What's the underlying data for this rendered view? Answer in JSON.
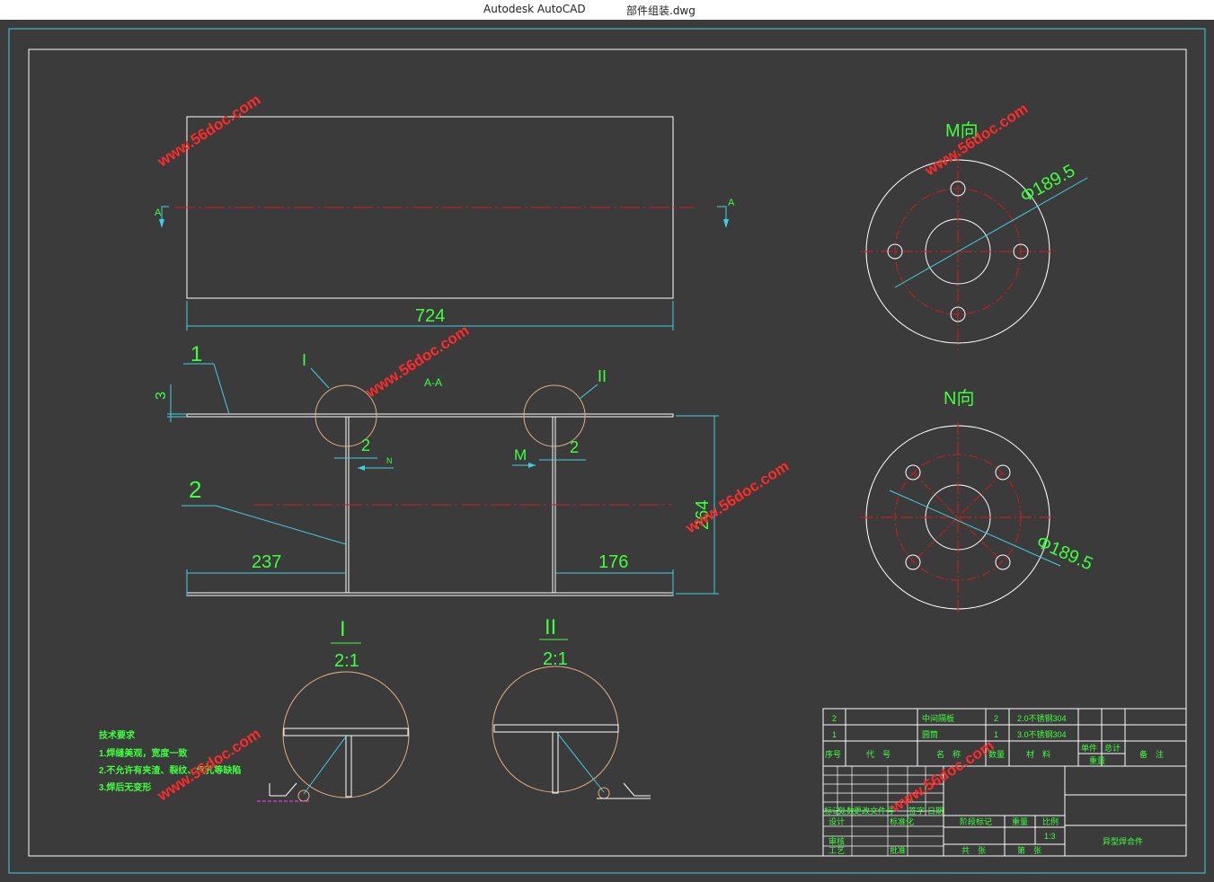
{
  "window": {
    "app_name": "Autodesk AutoCAD",
    "file_name": "部件组装.dwg"
  },
  "colors": {
    "background": "#3b3b3b",
    "frame": "#ffffff",
    "cyan": "#3fd0e0",
    "green": "#3fff3f",
    "red": "#d11c1c",
    "orange": "#e0b080"
  },
  "top_view": {
    "section_mark": "A",
    "length_dim": "724"
  },
  "section_view": {
    "title": "A-A",
    "part_1": "1",
    "part_2": "2",
    "thickness_dim": "3",
    "detail_1_mark": "I",
    "detail_2_mark": "II",
    "plate_dim_left": "2",
    "plate_dim_right": "2",
    "view_n": "N",
    "view_m": "M",
    "dim_left": "237",
    "dim_right": "176",
    "dim_height": "264"
  },
  "view_m": {
    "title": "M向",
    "diameter": "Φ189.5"
  },
  "view_n": {
    "title": "N向",
    "diameter": "Φ189.5"
  },
  "details": {
    "d1_label": "I",
    "d1_scale": "2:1",
    "d2_label": "II",
    "d2_scale": "2:1"
  },
  "notes": {
    "title": "技术要求",
    "lines": [
      "1.焊缝美观，宽度一致",
      "2.不允许有夹渣、裂纹、气孔等缺陷",
      "3.焊后无变形"
    ]
  },
  "title_block": {
    "rows": [
      {
        "no": "2",
        "name": "中间隔板",
        "qty": "2",
        "material": "2.0不锈钢304"
      },
      {
        "no": "1",
        "name": "圆筒",
        "qty": "1",
        "material": "3.0不锈钢304"
      }
    ],
    "header": {
      "no": "序号",
      "code": "代　号",
      "name": "名　称",
      "qty": "数量",
      "material": "材　料",
      "unit_w": "单件",
      "total_w": "总计",
      "weight": "重量",
      "remark": "备　注"
    },
    "labels": {
      "mark": "标记",
      "count": "处数",
      "zone": "更改文件号",
      "sign": "签字",
      "date": "日期",
      "design": "设计",
      "std": "标准化",
      "review": "审核",
      "process": "工艺",
      "approve": "批准",
      "stage": "阶段标记",
      "weight": "重量",
      "scale": "比例",
      "sheet_total": "共　张",
      "sheet": "第　张"
    },
    "scale_value": "1:3",
    "drawing_name": "异型焊合件"
  },
  "watermark": "www.56doc.com"
}
